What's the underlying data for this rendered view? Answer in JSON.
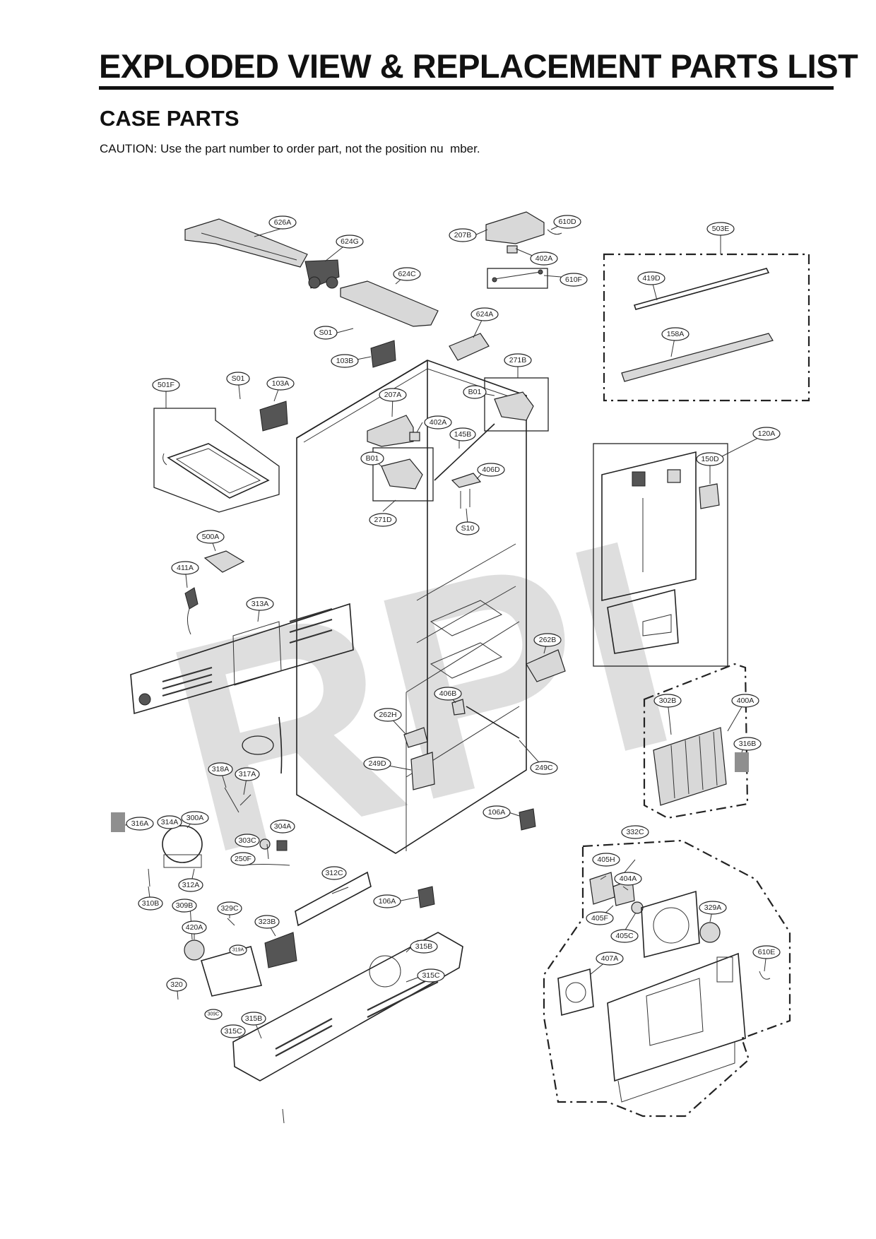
{
  "header": {
    "title": "EXPLODED VIEW & REPLACEMENT PARTS LIST",
    "section": "CASE PARTS",
    "caution": "CAUTION: Use the part number to order part, not the position nu  mber."
  },
  "watermark": "RPI",
  "callouts": [
    "626A",
    "624G",
    "624C",
    "207B",
    "610D",
    "402A",
    "610F",
    "503E",
    "419D",
    "624A",
    "158A",
    "S01",
    "103B",
    "271B",
    "S01",
    "103A",
    "501F",
    "207A",
    "B01",
    "402A",
    "145B",
    "120A",
    "150D",
    "B01",
    "406D",
    "271D",
    "S10",
    "500A",
    "411A",
    "313A",
    "262B",
    "406B",
    "262H",
    "302B",
    "400A",
    "316B",
    "249D",
    "249C",
    "318A",
    "317A",
    "106A",
    "316A",
    "314A",
    "300A",
    "303C",
    "304A",
    "250F",
    "332C",
    "405H",
    "404A",
    "312C",
    "312A",
    "310B",
    "106A",
    "309B",
    "329C",
    "405F",
    "329A",
    "405C",
    "420A",
    "323B",
    "315B",
    "610E",
    "407A",
    "320",
    "315C",
    "315B",
    "315C",
    "319A",
    "309C"
  ],
  "colors": {
    "ink": "#222222",
    "watermark": "#9a9a9a",
    "swatch": "#8f8f8f"
  }
}
